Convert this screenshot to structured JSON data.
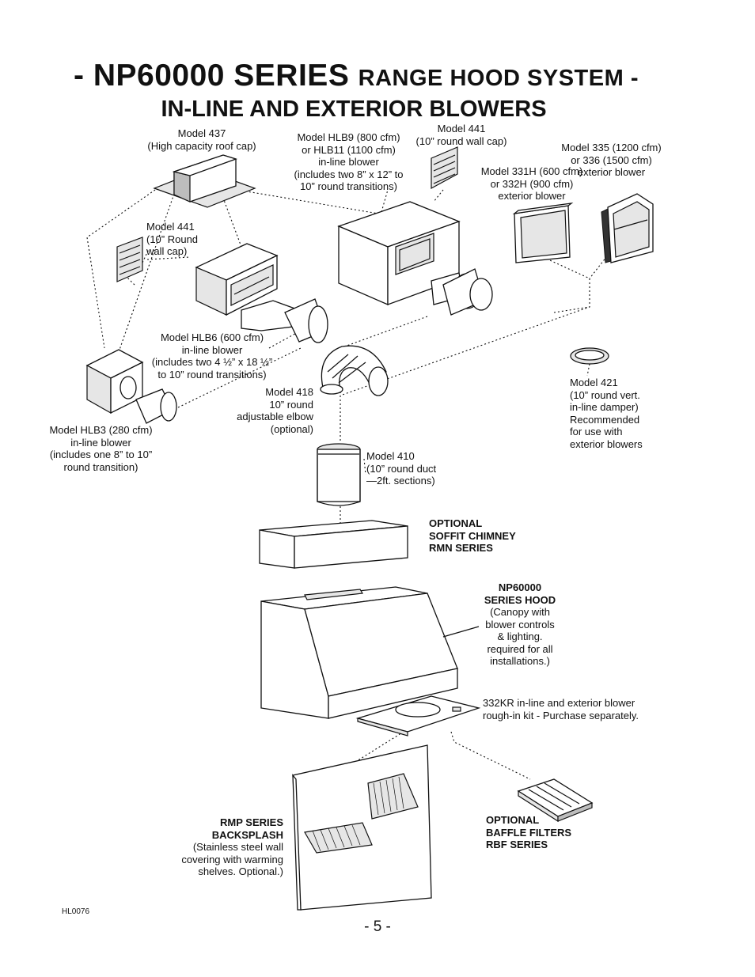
{
  "title": {
    "line1_prefix": "- NP60000 SERIES ",
    "line1_suffix": "RANGE HOOD SYSTEM -",
    "line2": "IN-LINE AND EXTERIOR BLOWERS"
  },
  "labels": {
    "model_437": "Model 437\n(High capacity roof cap)",
    "model_hlb9": "Model HLB9 (800 cfm)\nor HLB11 (1100 cfm)\nin-line blower\n(includes two 8” x 12” to\n10” round transitions)",
    "model_441_top": "Model 441\n(10” round wall cap)",
    "model_335": "Model 335 (1200 cfm)\nor 336 (1500 cfm)\nexterior blower",
    "model_331h": "Model 331H (600 cfm)\nor 332H (900 cfm)\nexterior blower",
    "model_441_left": "Model 441\n(10” Round\nwall cap)",
    "model_hlb6": "Model HLB6 (600 cfm)\nin-line blower\n(includes two 4 ½” x 18 ½”\nto 10” round transitions)",
    "model_418": "Model 418\n10” round\nadjustable elbow\n(optional)",
    "model_421": "Model 421\n(10” round vert.\nin-line damper)\nRecommended\nfor use with\nexterior blowers",
    "model_hlb3": "Model HLB3 (280 cfm)\nin-line blower\n(includes one 8” to 10”\nround transition)",
    "model_410": "Model 410\n(10” round duct\n—2ft. sections)",
    "soffit_chimney": "OPTIONAL\nSOFFIT CHIMNEY\nRMN SERIES",
    "hood_title": "NP60000\nSERIES HOOD",
    "hood_desc": "(Canopy with\nblower controls\n& lighting.\nrequired for all\ninstallations.)",
    "kit_332kr": "332KR in-line and exterior blower\nrough-in kit - Purchase separately.",
    "backsplash_title": "RMP SERIES\nBACKSPLASH",
    "backsplash_desc": "(Stainless steel wall\ncovering with warming\nshelves. Optional.)",
    "baffle_filters": "OPTIONAL\nBAFFLE FILTERS\nRBF SERIES",
    "drawing_code": "HL0076"
  },
  "page_number": "- 5 -"
}
